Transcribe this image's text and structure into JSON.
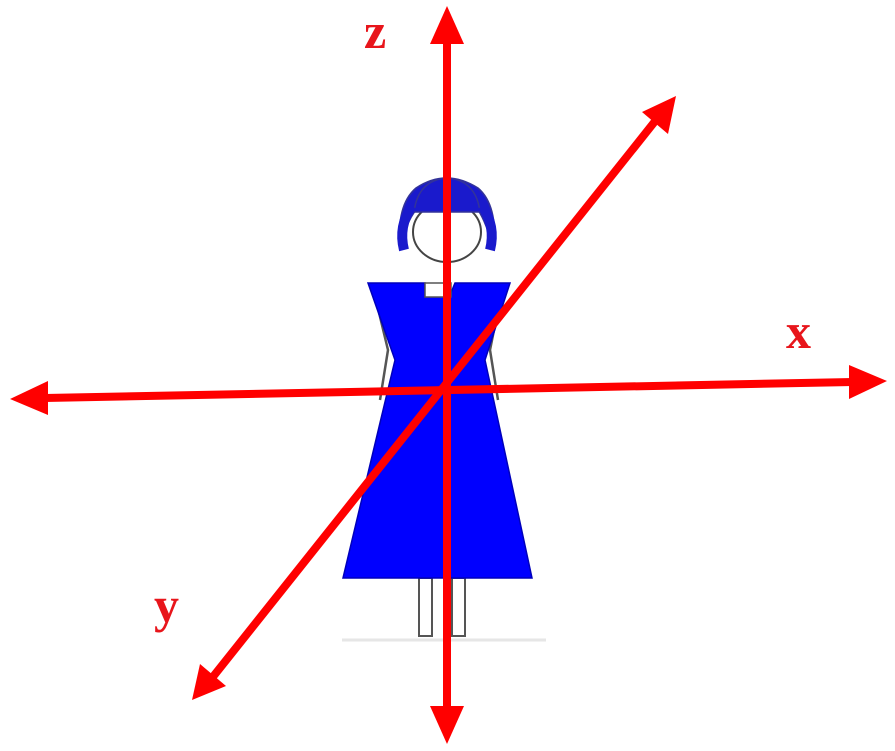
{
  "labels": {
    "x": "x",
    "y": "y",
    "z": "z"
  },
  "colors": {
    "axis": "#ff0000",
    "label": "#e8151b",
    "dress": "#0000ff",
    "hair": "#1a1acc",
    "outline": "#444444",
    "skin": "#ffffff"
  }
}
